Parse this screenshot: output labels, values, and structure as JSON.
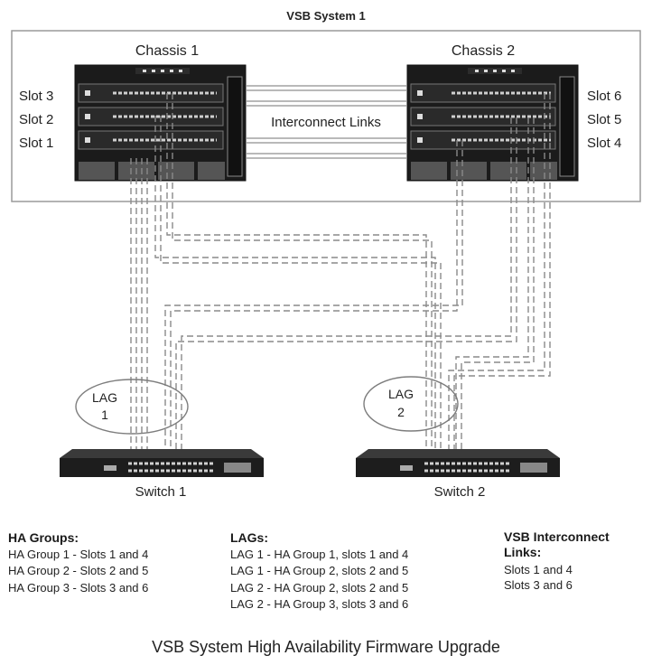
{
  "system_title": "VSB System 1",
  "chassis": [
    {
      "label": "Chassis 1",
      "slots": [
        "Slot 3",
        "Slot 2",
        "Slot 1"
      ]
    },
    {
      "label": "Chassis 2",
      "slots": [
        "Slot 6",
        "Slot 5",
        "Slot 4"
      ]
    }
  ],
  "interconnect_label": "Interconnect Links",
  "lags": [
    {
      "label_line1": "LAG",
      "label_line2": "1"
    },
    {
      "label_line1": "LAG",
      "label_line2": "2"
    }
  ],
  "switches": [
    "Switch 1",
    "Switch 2"
  ],
  "legend": {
    "ha_groups": {
      "heading": "HA Groups:",
      "items": [
        "HA Group 1 - Slots 1 and 4",
        "HA Group 2 - Slots 2 and 5",
        "HA Group 3 - Slots 3 and 6"
      ]
    },
    "lags": {
      "heading": "LAGs:",
      "items": [
        "LAG 1 - HA Group 1, slots 1 and 4",
        "LAG 1 - HA Group 2, slots 2 and 5",
        "LAG 2 - HA Group 2, slots 2 and 5",
        "LAG 2 - HA Group 3, slots 3 and 6"
      ]
    },
    "interconnect": {
      "heading_line1": "VSB Interconnect",
      "heading_line2": "Links:",
      "items": [
        "Slots 1 and 4",
        "Slots 3 and 6"
      ]
    }
  },
  "caption": "VSB System High Availability Firmware Upgrade"
}
